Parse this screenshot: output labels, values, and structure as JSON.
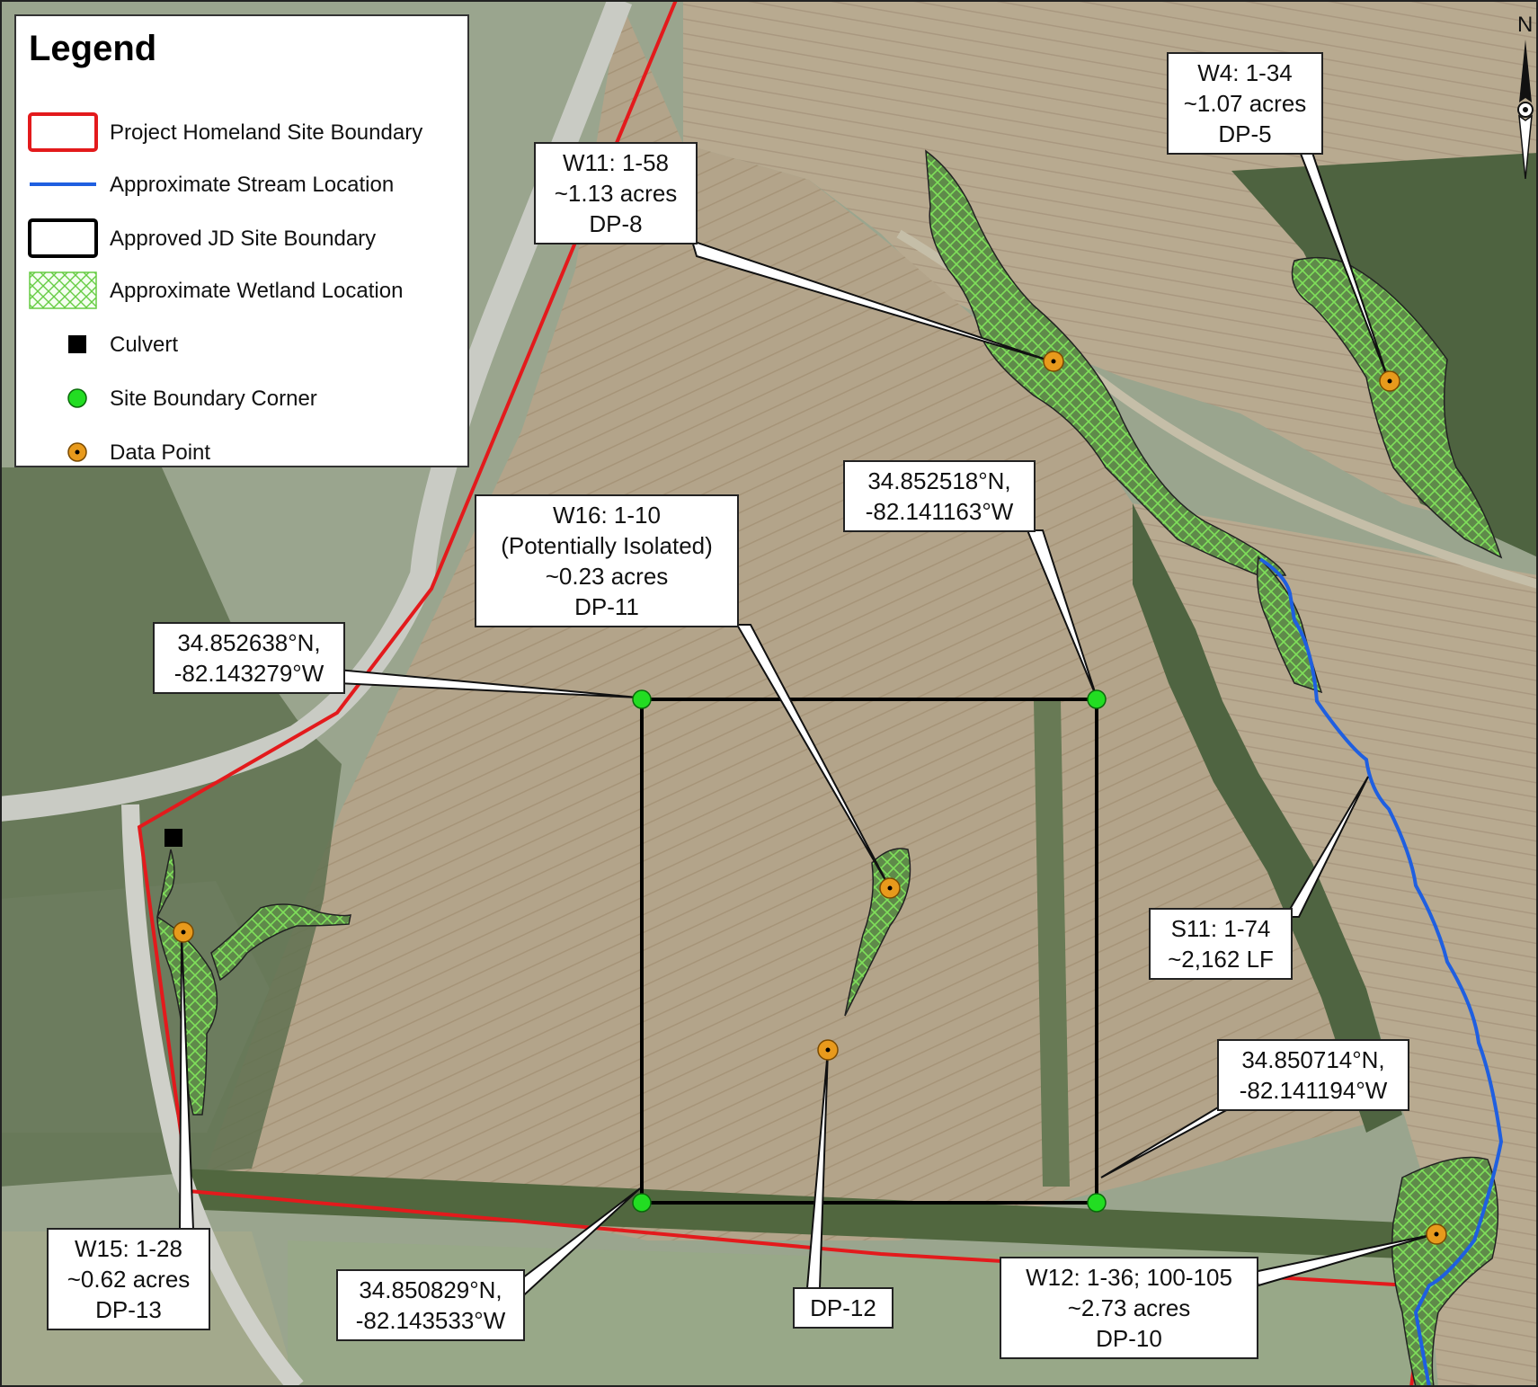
{
  "legend": {
    "title": "Legend",
    "items": [
      {
        "label": "Project Homeland Site Boundary",
        "symbol": "red-outline-box",
        "color": "#e31a1c"
      },
      {
        "label": "Approximate Stream Location",
        "symbol": "blue-line",
        "color": "#1f5fe0"
      },
      {
        "label": "Approved JD Site Boundary",
        "symbol": "black-outline-box",
        "color": "#000000"
      },
      {
        "label": "Approximate Wetland Location",
        "symbol": "green-crosshatch",
        "color": "#66cc44"
      },
      {
        "label": "Culvert",
        "symbol": "black-square",
        "color": "#000000"
      },
      {
        "label": "Site Boundary Corner",
        "symbol": "green-dot",
        "color": "#22dd22"
      },
      {
        "label": "Data Point",
        "symbol": "orange-dot",
        "color": "#e89a1c"
      }
    ]
  },
  "callouts": {
    "w4": [
      "W4: 1-34",
      "~1.07 acres",
      "DP-5"
    ],
    "w11": [
      "W11: 1-58",
      "~1.13 acres",
      "DP-8"
    ],
    "w16": [
      "W16: 1-10",
      "(Potentially Isolated)",
      "~0.23 acres",
      "DP-11"
    ],
    "corner_ne": [
      "34.852518°N,",
      "-82.141163°W"
    ],
    "corner_nw": [
      "34.852638°N,",
      "-82.143279°W"
    ],
    "s11": [
      "S11: 1-74",
      "~2,162 LF"
    ],
    "corner_se": [
      "34.850714°N,",
      "-82.141194°W"
    ],
    "w15": [
      "W15: 1-28",
      "~0.62 acres",
      "DP-13"
    ],
    "corner_sw": [
      "34.850829°N,",
      "-82.143533°W"
    ],
    "dp12": [
      "DP-12"
    ],
    "w12": [
      "W12: 1-36; 100-105",
      "~2.73 acres",
      "DP-10"
    ]
  },
  "north_arrow": {
    "letter": "N"
  },
  "colors": {
    "site_boundary": "#e31a1c",
    "stream": "#1f5fe0",
    "jd_boundary": "#000000",
    "wetland_hatch": "#66cc44",
    "corner": "#22dd22",
    "data_point": "#e89a1c"
  }
}
